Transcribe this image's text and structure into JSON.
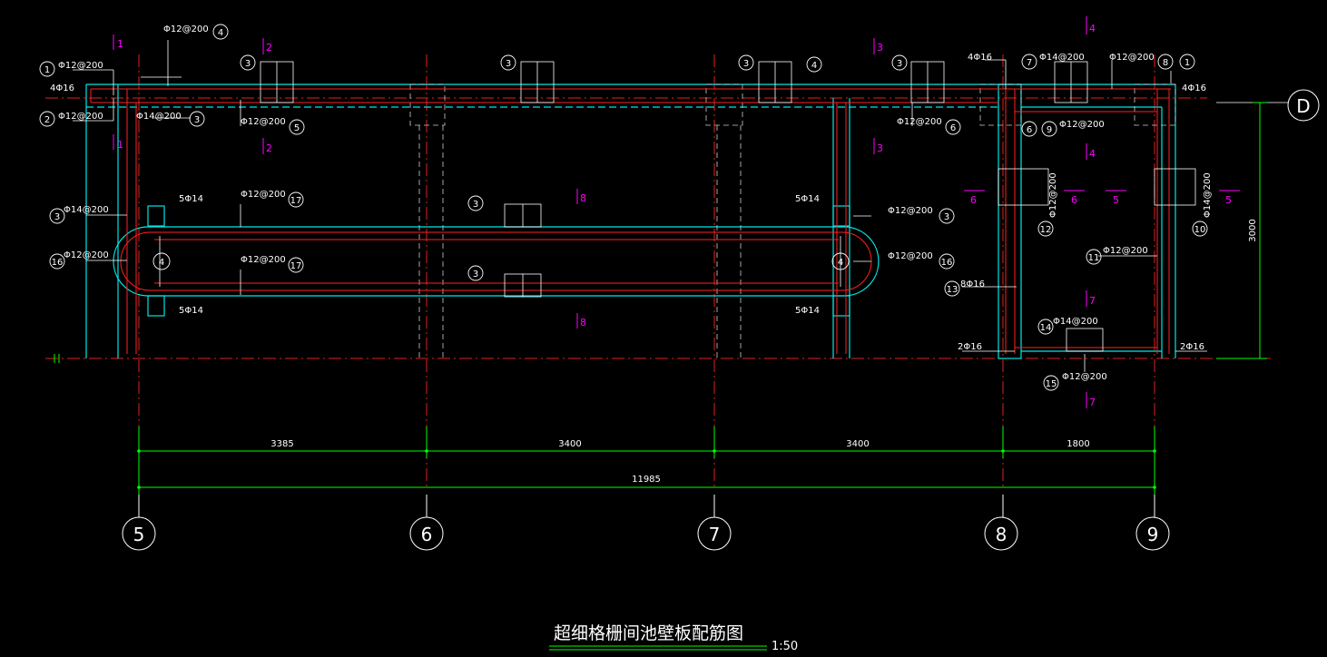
{
  "drawing": {
    "title": "超细格栅间池壁板配筋图",
    "scale": "1:50",
    "grid_axes": [
      "5",
      "6",
      "7",
      "8",
      "9"
    ],
    "grid_row": "D",
    "dimensions": {
      "spans": [
        "3385",
        "3400",
        "3400",
        "1800"
      ],
      "total": "11985",
      "height": "3000"
    },
    "rebar_labels": {
      "r12_200": "Φ12@200",
      "r14_200": "Φ14@200",
      "four_16": "4Φ16",
      "five_14": "5Φ14",
      "eight_16": "8Φ16",
      "two_16": "2Φ16"
    },
    "markers": [
      "1",
      "2",
      "3",
      "4",
      "5",
      "6",
      "7",
      "8",
      "9",
      "11",
      "12",
      "13",
      "14",
      "15",
      "16",
      "17",
      "10"
    ],
    "sections": [
      "1",
      "2",
      "3",
      "4",
      "5",
      "6",
      "7",
      "8"
    ],
    "colors": {
      "background": "#000000",
      "concrete": "#00e5e5",
      "rebar": "#ff2020",
      "dimension": "#00ff00",
      "section": "#ff00ff",
      "text": "#ffffff"
    }
  }
}
